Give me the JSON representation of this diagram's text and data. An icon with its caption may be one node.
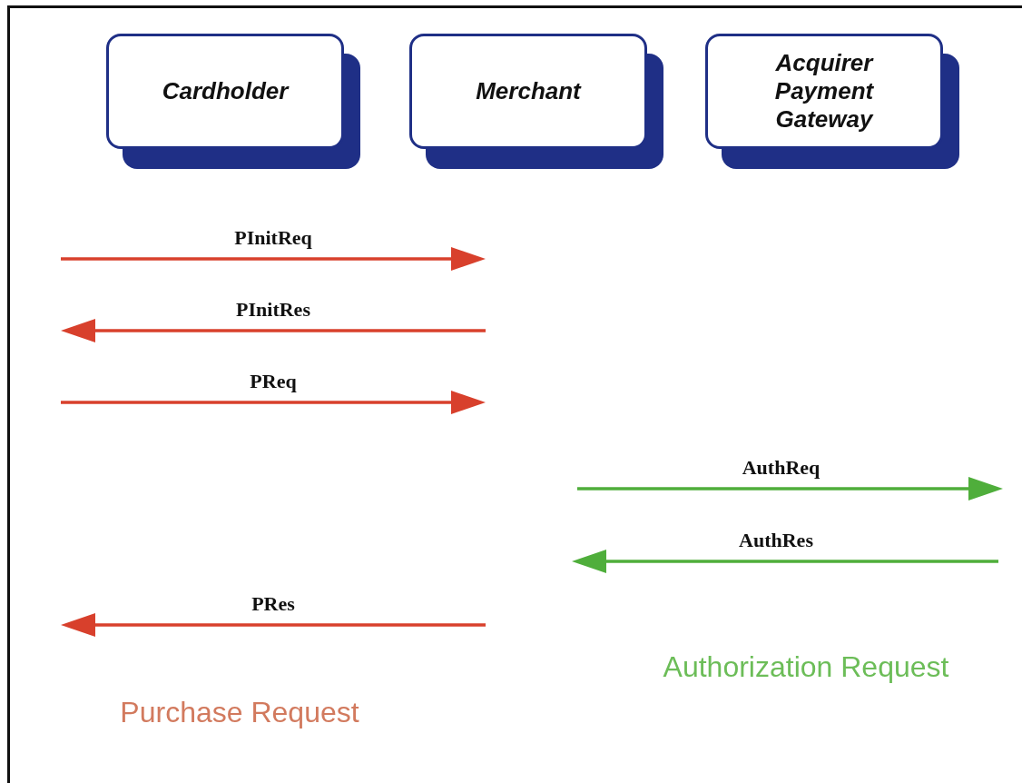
{
  "diagram": {
    "nodes": [
      {
        "text": [
          "Cardholder"
        ]
      },
      {
        "text": [
          "Merchant"
        ]
      },
      {
        "text": [
          "Acquirer Payment Gateway"
        ]
      }
    ],
    "labels": [
      "PInitReq",
      "PInitRes",
      "PReq",
      "AuthReq",
      "AuthRes",
      "PRes",
      "Authorization Request",
      "Purchase Request"
    ]
  }
}
